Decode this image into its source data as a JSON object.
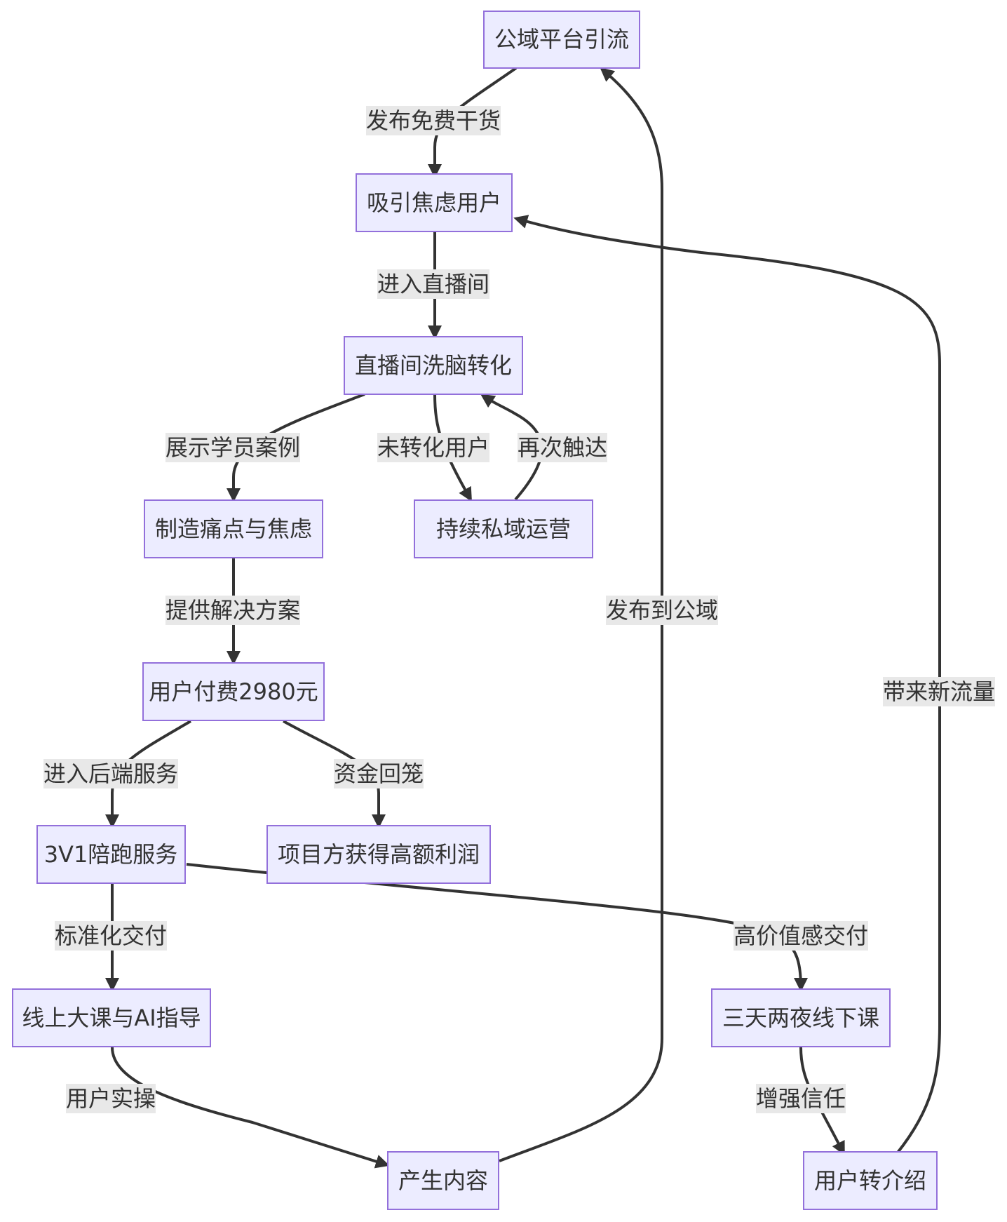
{
  "nodes": {
    "public_traffic": "公域平台引流",
    "attract_users": "吸引焦虑用户",
    "live_conversion": "直播间洗脑转化",
    "create_pain": "制造痛点与焦虑",
    "private_ops": "持续私域运营",
    "user_pays": "用户付费2980元",
    "service_3v1": "3V1陪跑服务",
    "profit": "项目方获得高额利润",
    "online_course": "线上大课与AI指导",
    "offline_course": "三天两夜线下课",
    "content": "产生内容",
    "referral": "用户转介绍"
  },
  "edges": {
    "publish_free": "发布免费干货",
    "enter_live": "进入直播间",
    "show_cases": "展示学员案例",
    "not_converted": "未转化用户",
    "reach_again": "再次触达",
    "offer_solution": "提供解决方案",
    "backend_service": "进入后端服务",
    "cash_return": "资金回笼",
    "standard_delivery": "标准化交付",
    "high_value_delivery": "高价值感交付",
    "user_practice": "用户实操",
    "publish_public": "发布到公域",
    "build_trust": "增强信任",
    "new_traffic": "带来新流量"
  },
  "colors": {
    "node_fill": "#ECECFF",
    "node_stroke": "#9370DB",
    "edge": "#333333",
    "label_bg": "#e8e8e8",
    "text": "#333333"
  }
}
